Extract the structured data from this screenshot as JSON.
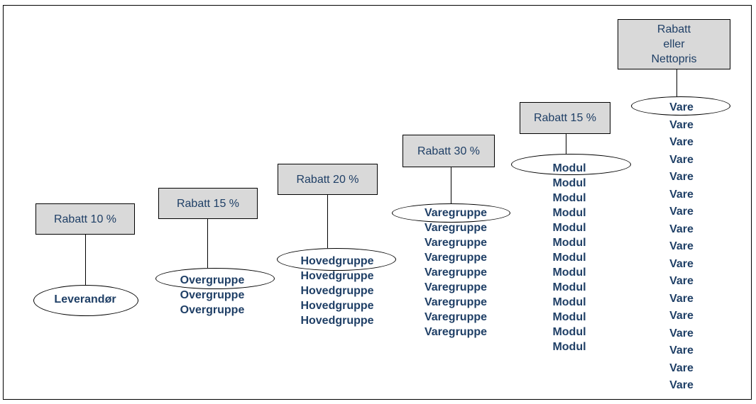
{
  "colors": {
    "text": "#1f3f66",
    "box_fill": "#d9d9d9",
    "line": "#000000"
  },
  "columns": [
    {
      "label": "Rabatt 10 %",
      "items": [
        "Leverandør"
      ]
    },
    {
      "label": "Rabatt 15 %",
      "items": [
        "Overgruppe",
        "Overgruppe",
        "Overgruppe"
      ]
    },
    {
      "label": "Rabatt 20 %",
      "items": [
        "Hovedgruppe",
        "Hovedgruppe",
        "Hovedgruppe",
        "Hovedgruppe",
        "Hovedgruppe"
      ]
    },
    {
      "label": "Rabatt 30 %",
      "items": [
        "Varegruppe",
        "Varegruppe",
        "Varegruppe",
        "Varegruppe",
        "Varegruppe",
        "Varegruppe",
        "Varegruppe",
        "Varegruppe",
        "Varegruppe"
      ]
    },
    {
      "label": "Rabatt 15 %",
      "items": [
        "Modul",
        "Modul",
        "Modul",
        "Modul",
        "Modul",
        "Modul",
        "Modul",
        "Modul",
        "Modul",
        "Modul",
        "Modul",
        "Modul",
        "Modul"
      ]
    },
    {
      "label": "Rabatt\neller\nNettopris",
      "items": [
        "Vare",
        "Vare",
        "Vare",
        "Vare",
        "Vare",
        "Vare",
        "Vare",
        "Vare",
        "Vare",
        "Vare",
        "Vare",
        "Vare",
        "Vare",
        "Vare",
        "Vare",
        "Vare",
        "Vare"
      ]
    }
  ]
}
